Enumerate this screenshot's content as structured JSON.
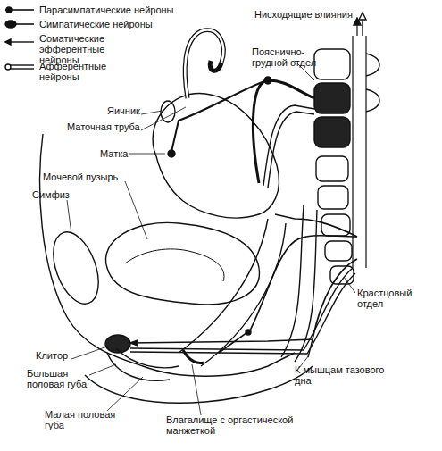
{
  "diagram": {
    "labels": [
      "Нисходящие влияния",
      "Пояснично-грудной отдел",
      "Яичник",
      "Маточная труба",
      "Матка",
      "Мочевой пузырь",
      "Симфиз",
      "Крастцовый отдел",
      "К мышцам тазового дна",
      "Клитор",
      "Большая половая губа",
      "Малая половая губа",
      "Влагалище с оргастической манжеткой"
    ],
    "legend": [
      {
        "text": "Парасимпатические нейроны"
      },
      {
        "text": "Симпатические нейроны"
      },
      {
        "text": "Соматические эфферентные нейроны"
      },
      {
        "text": "Афферентные нейроны"
      }
    ]
  }
}
